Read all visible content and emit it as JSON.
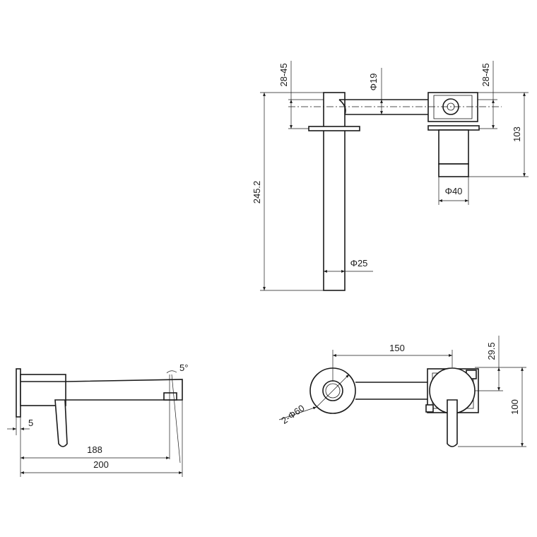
{
  "dimensions": {
    "top_left_depth": "28-45",
    "top_pipe_dia": "Φ19",
    "top_right_depth": "28-45",
    "top_body_height": "103",
    "top_body_dia": "Φ40",
    "top_total_height": "245.2",
    "top_spout_dia": "Φ25",
    "side_angle": "5°",
    "side_plate": "5",
    "side_reach": "188",
    "side_total": "200",
    "front_spacing": "150",
    "front_offset": "29.5",
    "front_plate_dia": "2-Φ60",
    "front_height": "100"
  }
}
